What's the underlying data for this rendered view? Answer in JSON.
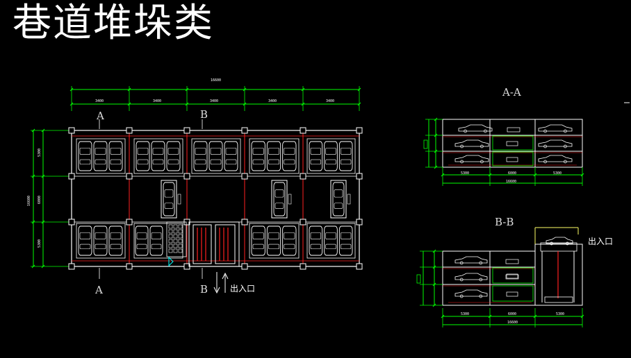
{
  "title": "巷道堆垛类",
  "plan": {
    "overall_dim": "16600",
    "bay_dims": [
      "3400",
      "3400",
      "3400",
      "3400",
      "3400"
    ],
    "side_dims": [
      "5300",
      "6000",
      "5300"
    ],
    "side_total": "16600",
    "section_marks": {
      "a_top": "A",
      "b_top": "B",
      "a_bottom": "A",
      "b_bottom": "B"
    },
    "entrance_label": "出入口"
  },
  "section_aa": {
    "title": "A-A",
    "dims": [
      "5300",
      "6000",
      "5300"
    ],
    "total": "16600"
  },
  "section_bb": {
    "title": "B-B",
    "entrance_label": "出入口",
    "dims": [
      "5300",
      "6000",
      "5300"
    ],
    "total": "16600"
  },
  "colors": {
    "background": "#000000",
    "structure": "#ffffff",
    "dimension": "#00ff00",
    "column_red": "#ff2020",
    "lift_green": "#00cc00",
    "accent_yellow": "#ffff66",
    "accent_cyan": "#00ffff"
  }
}
